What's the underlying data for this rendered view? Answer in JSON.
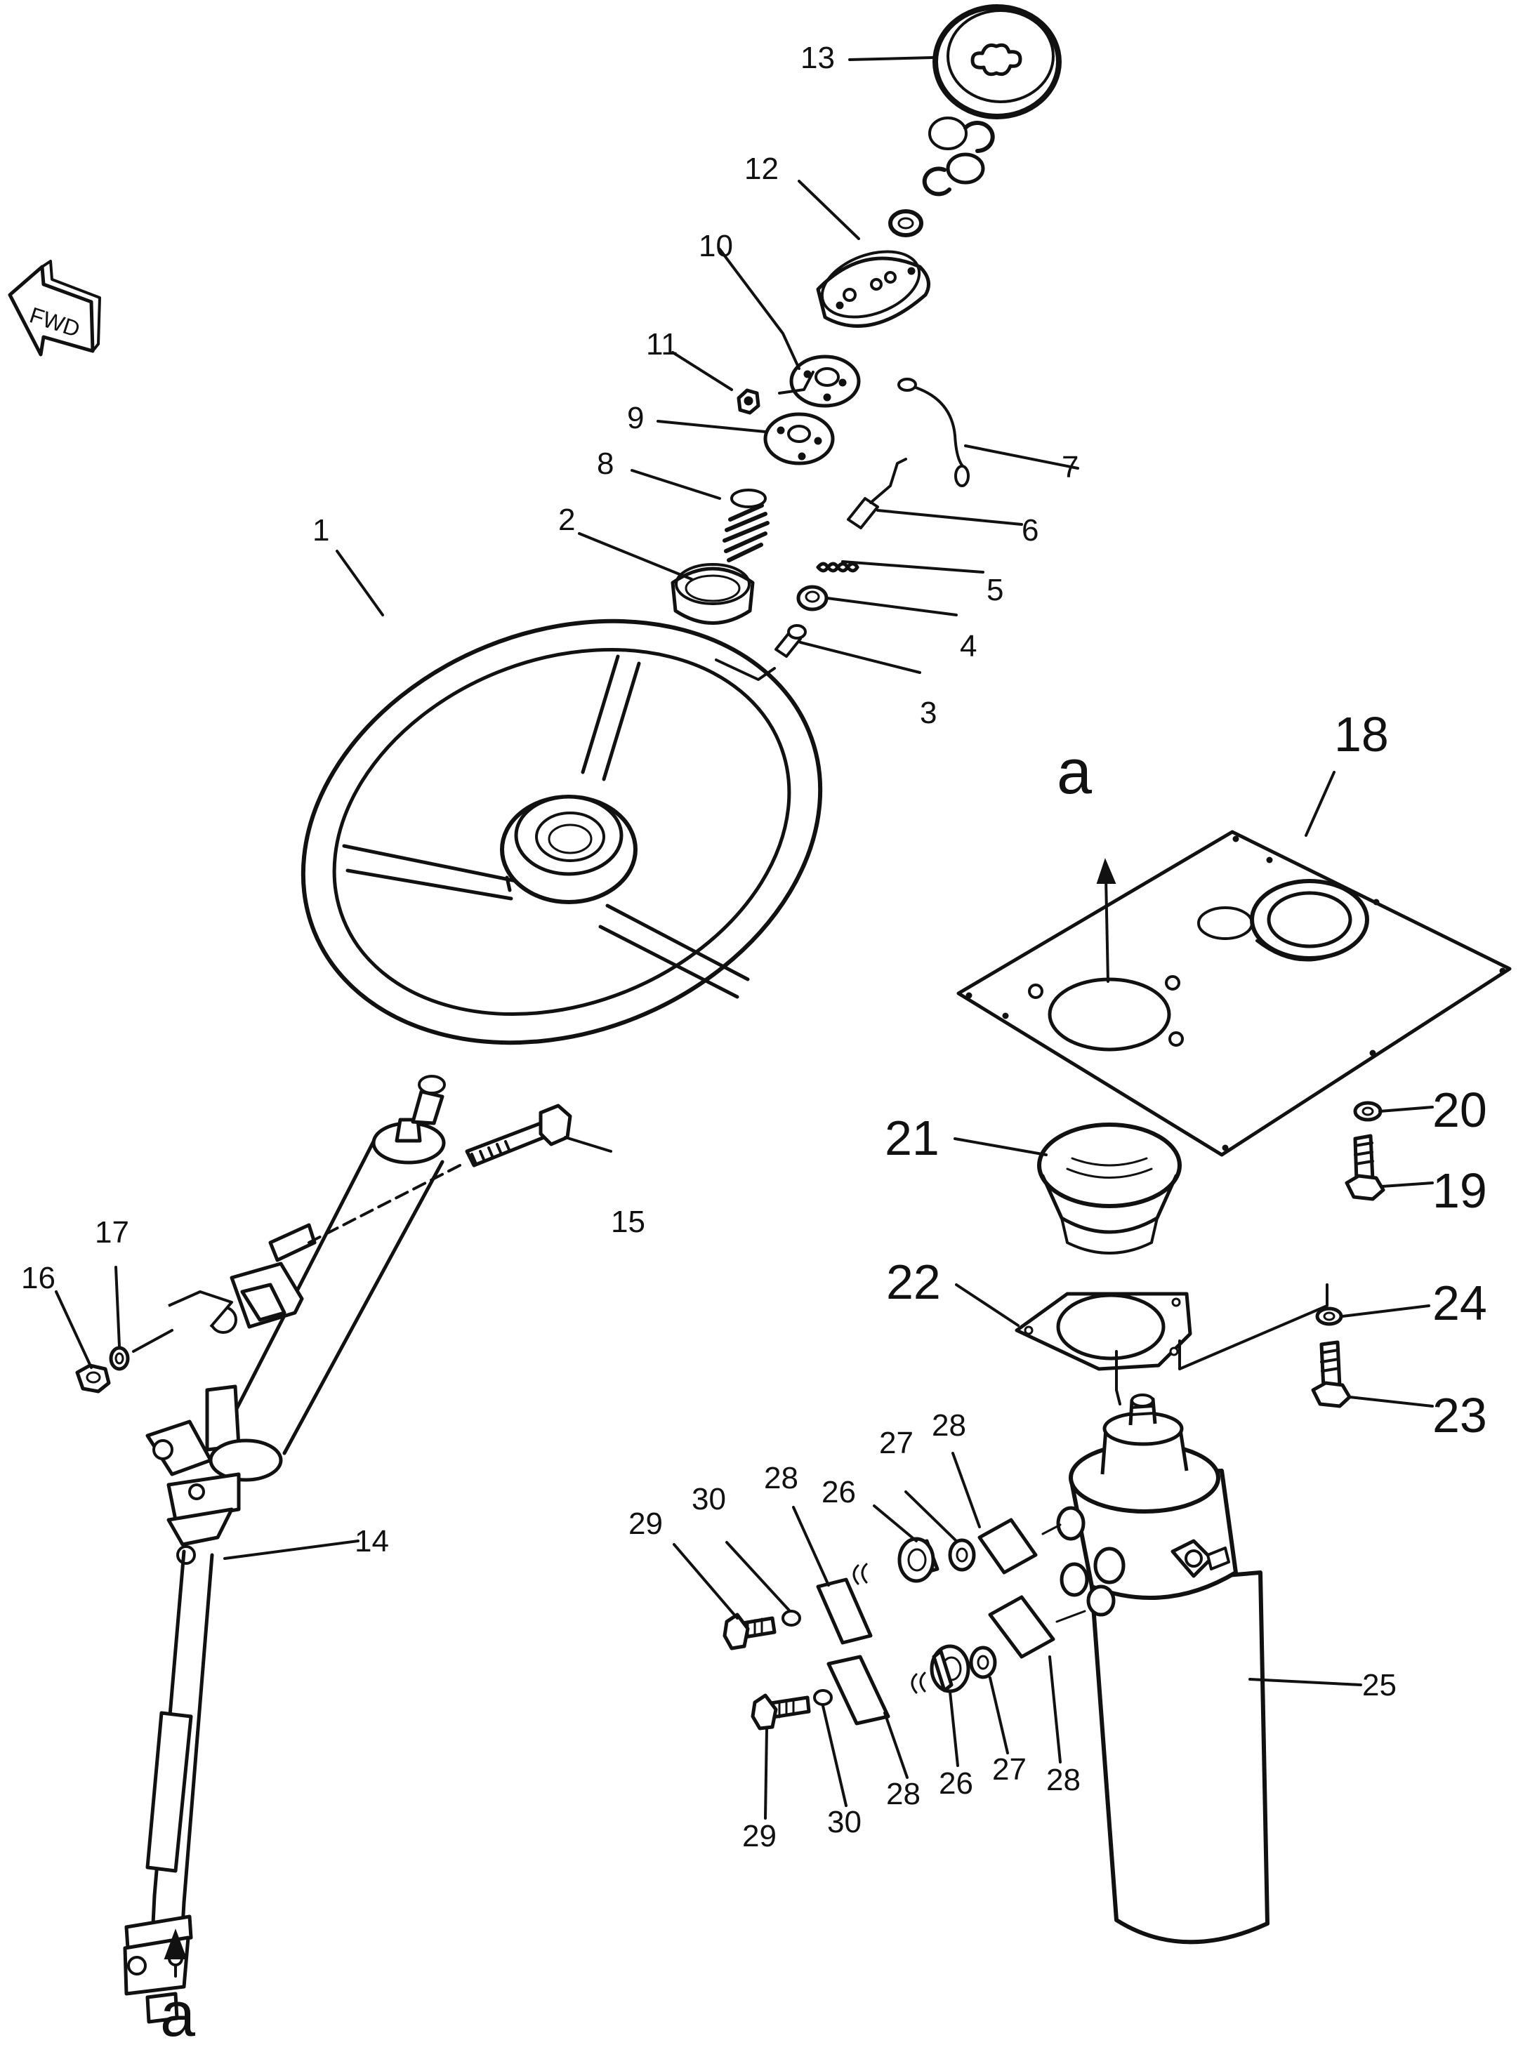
{
  "fwd_label": "FWD",
  "ref_letter": "a",
  "labels": {
    "p1": "1",
    "p2": "2",
    "p3": "3",
    "p4": "4",
    "p5": "5",
    "p6": "6",
    "p7": "7",
    "p8": "8",
    "p9": "9",
    "p10": "10",
    "p11": "11",
    "p12": "12",
    "p13": "13",
    "p14": "14",
    "p15": "15",
    "p16": "16",
    "p17": "17",
    "p18": "18",
    "p19": "19",
    "p20": "20",
    "p21": "21",
    "p22": "22",
    "p23": "23",
    "p24": "24",
    "p25": "25",
    "p26": "26",
    "p27": "27",
    "p28": "28",
    "p29": "29",
    "p30": "30"
  }
}
